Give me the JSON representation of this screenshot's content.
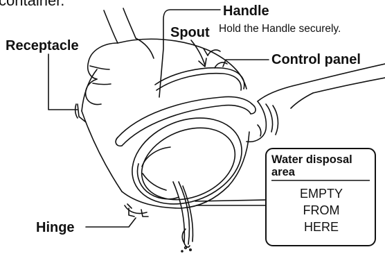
{
  "caption_top_fragment": "container.",
  "labels": {
    "handle": "Handle",
    "handle_note": "Hold the Handle securely.",
    "spout": "Spout",
    "receptacle": "Receptacle",
    "control_panel": "Control panel",
    "hinge": "Hinge"
  },
  "callout": {
    "title_line1": "Water disposal",
    "title_line2": "area",
    "lines": [
      "EMPTY",
      "FROM",
      "HERE"
    ]
  },
  "colors": {
    "ink": "#111111",
    "background": "#ffffff"
  }
}
